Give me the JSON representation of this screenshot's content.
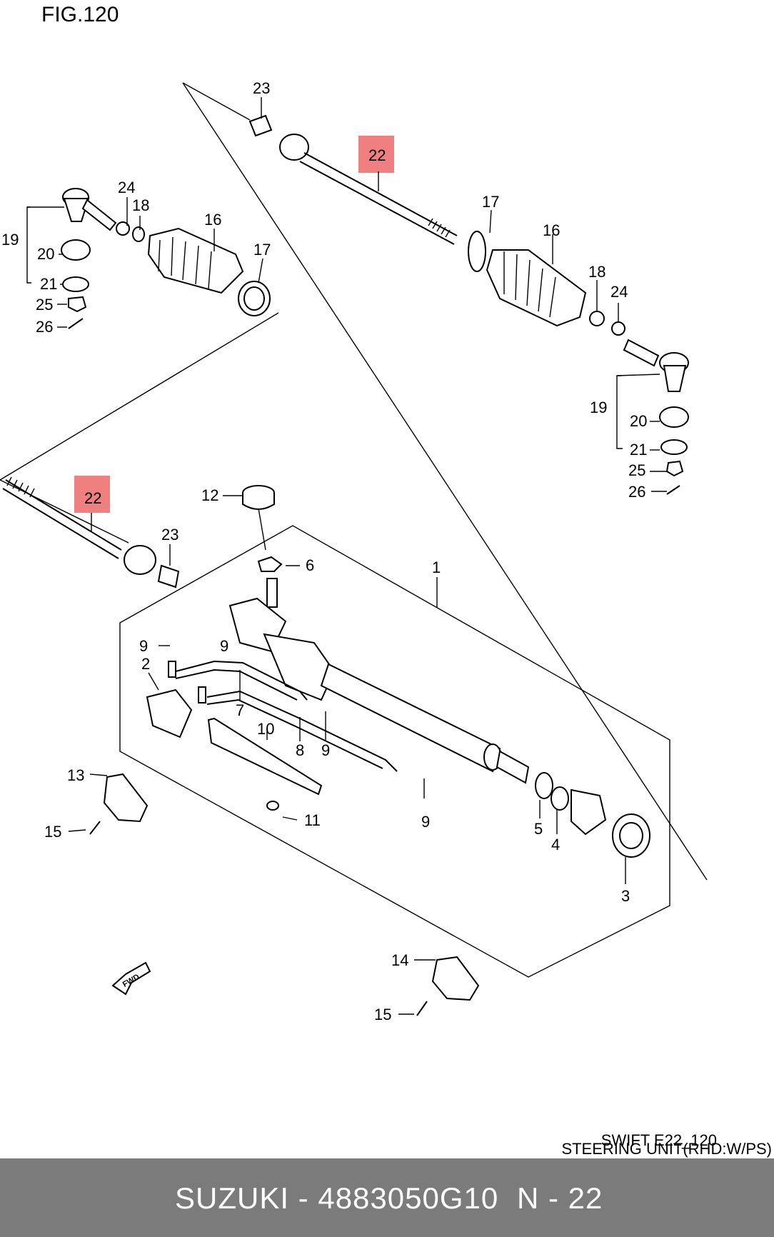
{
  "figure": {
    "title": "FIG.120",
    "caption_line1": "SWIFT E22_120",
    "caption_line2": "STEERING UNIT(RHD:W/PS)"
  },
  "footer": {
    "part_label": "SUZUKI - 4883050G10",
    "ref_label": "N - 22"
  },
  "highlight_color": "#f08080",
  "fwd_label": "FWD",
  "callouts": {
    "c1": "1",
    "c2": "2",
    "c3": "3",
    "c4": "4",
    "c5": "5",
    "c6": "6",
    "c7": "7",
    "c8": "8",
    "c9a": "9",
    "c9b": "9",
    "c9c": "9",
    "c9d": "9",
    "c10": "10",
    "c11": "11",
    "c12": "12",
    "c13": "13",
    "c14": "14",
    "c15a": "15",
    "c15b": "15",
    "c16a": "16",
    "c16b": "16",
    "c17a": "17",
    "c17b": "17",
    "c18a": "18",
    "c18b": "18",
    "c19a": "19",
    "c19b": "19",
    "c20a": "20",
    "c20b": "20",
    "c21a": "21",
    "c21b": "21",
    "c22a": "22",
    "c22b": "22",
    "c23a": "23",
    "c23b": "23",
    "c24a": "24",
    "c24b": "24",
    "c25a": "25",
    "c25b": "25",
    "c26a": "26",
    "c26b": "26"
  }
}
